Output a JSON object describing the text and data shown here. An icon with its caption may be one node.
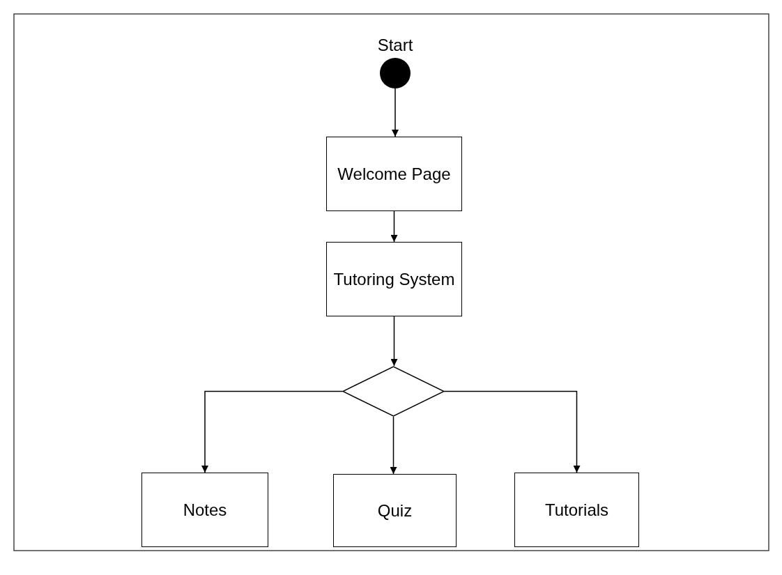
{
  "diagram": {
    "nodes": [
      {
        "text": [],
        "shape": "circle",
        "beside": [
          "Start"
        ]
      },
      {
        "text": [
          "Welcome Page"
        ]
      },
      {
        "text": [
          "Tutoring System"
        ]
      },
      {
        "text": [],
        "shape": "diamond"
      },
      {
        "text": [
          "Notes"
        ]
      },
      {
        "text": [
          "Quiz"
        ]
      },
      {
        "text": [
          "Tutorials"
        ]
      }
    ],
    "edges": [
      {
        "from": 0,
        "to": 1,
        "arrow": "to"
      },
      {
        "from": 1,
        "to": 2,
        "arrow": "to"
      },
      {
        "from": 2,
        "to": 3,
        "arrow": "to"
      },
      {
        "from": 3,
        "to": 4,
        "arrow": "to"
      },
      {
        "from": 3,
        "to": 5,
        "arrow": "to"
      },
      {
        "from": 3,
        "to": 6,
        "arrow": "to"
      }
    ]
  }
}
